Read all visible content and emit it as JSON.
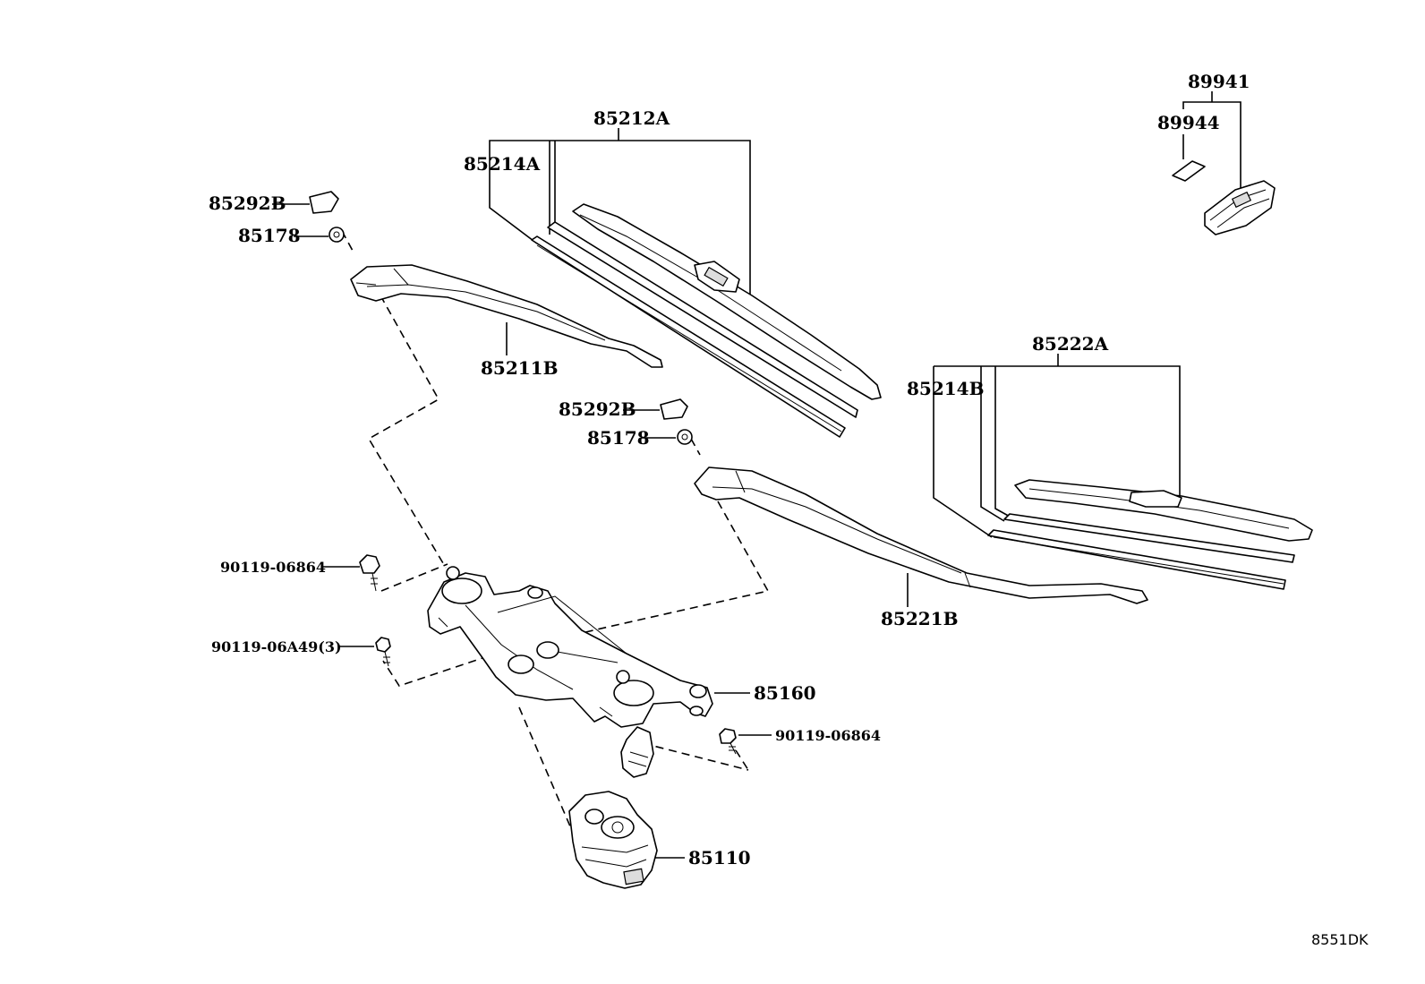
{
  "diagram": {
    "code": "8551DK",
    "labels": {
      "p89941": "89941",
      "p89944": "89944",
      "p85212A": "85212A",
      "p85214A": "85214A",
      "p85292B_1": "85292B",
      "p85178_1": "85178",
      "p85211B": "85211B",
      "p85292B_2": "85292B",
      "p85178_2": "85178",
      "p85222A": "85222A",
      "p85214B": "85214B",
      "p85221B": "85221B",
      "p90119_06864_1": "90119-06864",
      "p90119_06A49": "90119-06A49(3)",
      "p85160": "85160",
      "p90119_06864_2": "90119-06864",
      "p85110": "85110"
    }
  }
}
